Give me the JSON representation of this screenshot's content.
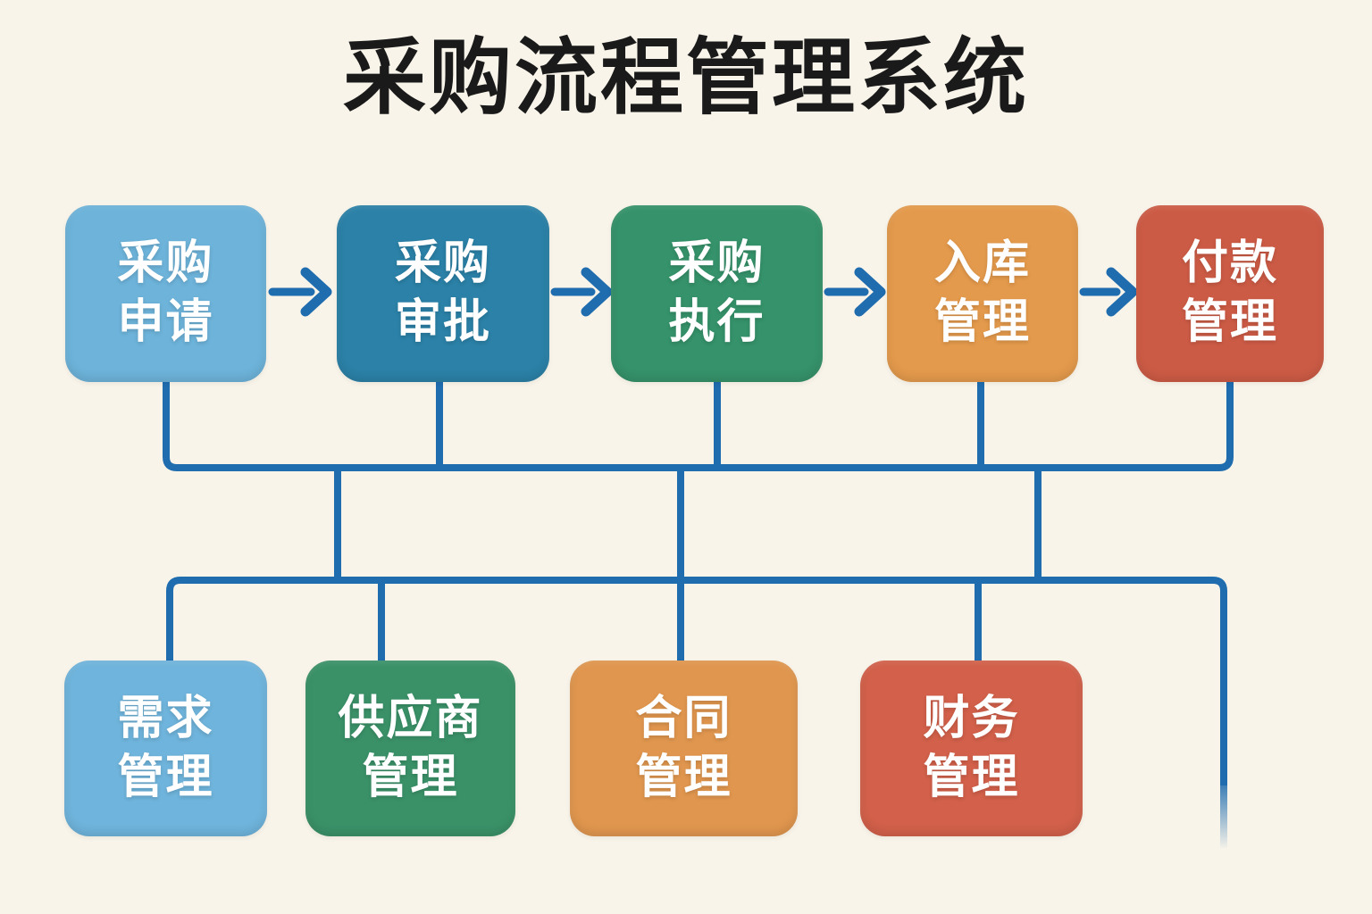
{
  "title": "采购流程管理系统",
  "background": "#f8f4ea",
  "title_color": "#1a1a1a",
  "connector_color": "#1f6cae",
  "node_text_color": "#ffffff",
  "flow": {
    "top_row": [
      {
        "label": "采购申请",
        "line1": "采购",
        "line2": "申请",
        "color": "#6db3da"
      },
      {
        "label": "采购审批",
        "line1": "采购",
        "line2": "审批",
        "color": "#2b81a7"
      },
      {
        "label": "采购执行",
        "line1": "采购",
        "line2": "执行",
        "color": "#35926a"
      },
      {
        "label": "入库管理",
        "line1": "入库",
        "line2": "管理",
        "color": "#e49a4c"
      },
      {
        "label": "付款管理",
        "line1": "付款",
        "line2": "管理",
        "color": "#cc5b45"
      }
    ],
    "bottom_row": [
      {
        "label": "需求管理",
        "line1": "需求",
        "line2": "管理",
        "color": "#6fb4dc"
      },
      {
        "label": "供应商管理",
        "line1": "供应商",
        "line2": "管理",
        "color": "#3a9168"
      },
      {
        "label": "合同管理",
        "line1": "合同",
        "line2": "管理",
        "color": "#e0964e"
      },
      {
        "label": "财务管理",
        "line1": "财务",
        "line2": "管理",
        "color": "#d2604a"
      }
    ],
    "sequence_arrows": [
      [
        "采购申请",
        "采购审批"
      ],
      [
        "采购审批",
        "采购执行"
      ],
      [
        "采购执行",
        "入库管理"
      ],
      [
        "入库管理",
        "付款管理"
      ]
    ]
  }
}
